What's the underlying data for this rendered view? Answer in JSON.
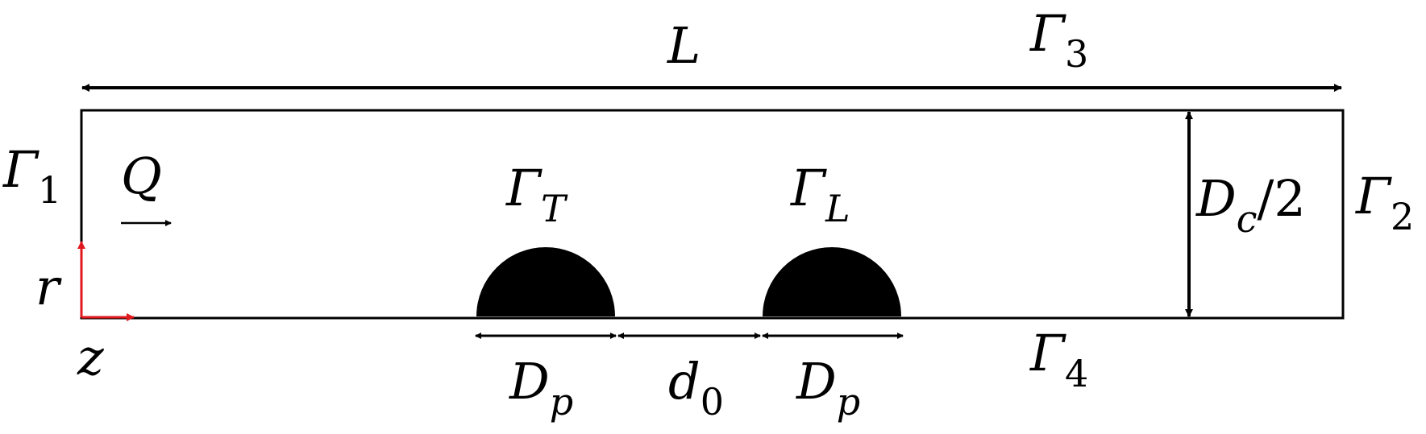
{
  "colors": {
    "ink": "#000000",
    "axis": "#e0191e",
    "background": "#ffffff"
  },
  "labels": {
    "length": {
      "main": "L"
    },
    "gamma1": {
      "main": "Γ",
      "sub": "1"
    },
    "gamma2": {
      "main": "Γ",
      "sub": "2"
    },
    "gamma3": {
      "main": "Γ",
      "sub": "3"
    },
    "gamma4": {
      "main": "Γ",
      "sub": "4"
    },
    "gammaT": {
      "main": "Γ",
      "sub": "T"
    },
    "gammaL": {
      "main": "Γ",
      "sub": "L"
    },
    "flow": {
      "main": "Q",
      "arrow": "⟶"
    },
    "radius_axis": {
      "main": "r"
    },
    "axial_axis": {
      "main": "z"
    },
    "channel_half_diameter": {
      "main": "D",
      "sub": "c",
      "rest": "/2"
    },
    "particle_diameter_1": {
      "main": "D",
      "sub": "p"
    },
    "gap": {
      "main": "d",
      "sub": "0"
    },
    "particle_diameter_2": {
      "main": "D",
      "sub": "p"
    }
  }
}
